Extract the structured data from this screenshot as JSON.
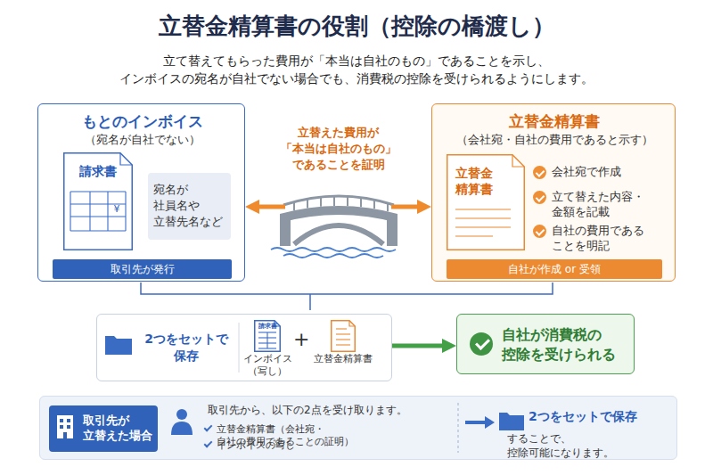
{
  "diagram": {
    "title": "立替金精算書の役割（控除の橋渡し）",
    "caption": "立て替えてもらった費用が「本当は自社のもの」であることを示し、 インボイスの宛名が自社でない場合でも、消費税の控除を受けられるようにします。",
    "nodes": [
      {
        "text": [
          "もとのインボイス",
          "（宛名が自社でない）"
        ]
      },
      {
        "text": [
          "請求書",
          "¥"
        ],
        "in": 0
      },
      {
        "text": [
          "宛名が 社員名や 立替先名など"
        ],
        "in": 0
      },
      {
        "text": [
          "取引先が発行"
        ],
        "in": 0
      },
      {
        "text": [
          "立替金精算書",
          "（会社宛・自社の費用であると示す）",
          "会社宛で作成",
          "立て替えた内容・ 金額を記載",
          "自社の費用である ことを明記"
        ]
      },
      {
        "text": [
          "立替金 精算書"
        ],
        "in": 4
      },
      {
        "text": [
          "自社が作成 or 受領"
        ],
        "in": 4
      },
      {
        "text": [
          "2つをセットで 保存"
        ]
      },
      {
        "text": [
          "請求書",
          "インボイス （写し）"
        ],
        "in": 7
      },
      {
        "text": [
          "立替金精算書"
        ],
        "in": 7
      },
      {
        "text": [
          "自社が消費税の 控除を受けられる"
        ]
      },
      {
        "text": [
          "取引先から、以下の2点を受け取ります。",
          "立替金精算書（会社宛・自社の費用であることの証明）",
          "インボイスの写し",
          "2つをセットで保存",
          "することで、控除可能になります。"
        ]
      },
      {
        "text": [
          "取引先が 立替えた場合"
        ],
        "in": 11
      }
    ],
    "edges": [
      {
        "from": 0,
        "to": 4,
        "arrow": "both",
        "label": "立替えた費用が 「本当は自社のもの」 であることを証明"
      },
      {
        "from": 7,
        "to": 10,
        "arrow": "to"
      }
    ],
    "labels": [
      "+"
    ]
  }
}
